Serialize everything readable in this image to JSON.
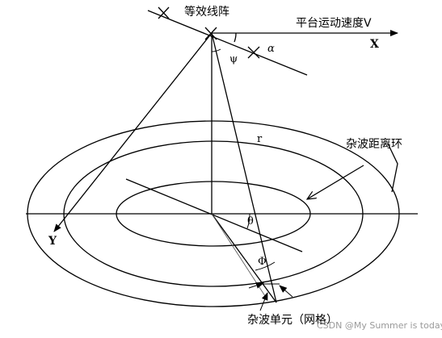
{
  "labels": {
    "array": "等效线阵",
    "velocity": "平台运动速度V",
    "x_axis": "X",
    "y_axis": "Y",
    "alpha": "α",
    "psi": "ψ",
    "r": "r",
    "clutter_ring": "杂波距离环",
    "theta": "θ",
    "phi": "Φ",
    "clutter_cell": "杂波单元（网格）"
  },
  "watermark": "CSDN @My Summer is today"
}
